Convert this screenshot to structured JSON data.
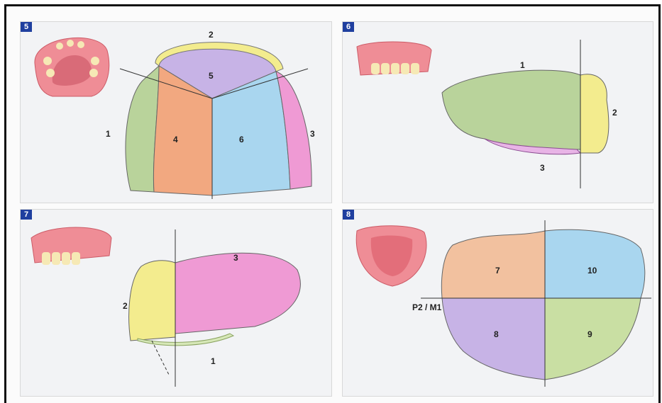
{
  "panels": [
    {
      "number": "5",
      "labels": {
        "r1": "1",
        "r2": "2",
        "r3": "3",
        "r4": "4",
        "r5": "5",
        "r6": "6"
      }
    },
    {
      "number": "6",
      "labels": {
        "r1": "1",
        "r2": "2",
        "r3": "3"
      }
    },
    {
      "number": "7",
      "labels": {
        "r1": "1",
        "r2": "2",
        "r3": "3"
      }
    },
    {
      "number": "8",
      "labels": {
        "r7": "7",
        "r8": "8",
        "r9": "9",
        "r10": "10",
        "axis": "P2 / M1"
      }
    }
  ],
  "colors": {
    "green": "#b9d39b",
    "yellow": "#f3ec8e",
    "lilac": "#c7b3e6",
    "salmon": "#f2a880",
    "blue": "#a9d6ef",
    "pink": "#ef9ad4",
    "gum": "#e9777e",
    "badge": "#1f3f9f"
  }
}
